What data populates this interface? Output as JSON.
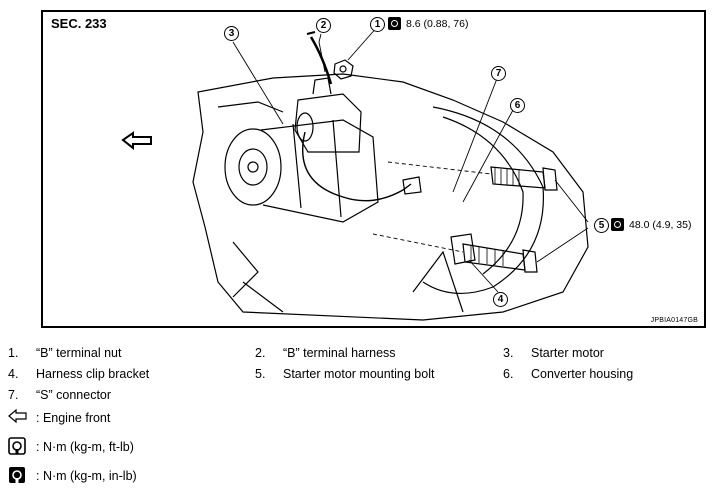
{
  "section": "SEC. 233",
  "image_code": "JPBIA0147GB",
  "torques": {
    "nut": "8.6 (0.88, 76)",
    "bolt": "48.0 (4.9, 35)"
  },
  "callouts": [
    "1",
    "2",
    "3",
    "4",
    "5",
    "6",
    "7"
  ],
  "legend": {
    "items": [
      {
        "num": "1.",
        "label": "“B” terminal nut"
      },
      {
        "num": "2.",
        "label": "“B” terminal harness"
      },
      {
        "num": "3.",
        "label": "Starter motor"
      },
      {
        "num": "4.",
        "label": "Harness clip bracket"
      },
      {
        "num": "5.",
        "label": "Starter motor mounting bolt"
      },
      {
        "num": "6.",
        "label": "Converter housing"
      },
      {
        "num": "7.",
        "label": "“S” connector"
      }
    ],
    "symbols": [
      {
        "icon": "arrow-outline-left-icon",
        "text": ": Engine front"
      },
      {
        "icon": "torque-wrench-ft-lb-icon",
        "text": ": N·m (kg-m, ft-lb)"
      },
      {
        "icon": "torque-wrench-in-lb-icon",
        "text": ": N·m (kg-m, in-lb)"
      }
    ]
  }
}
